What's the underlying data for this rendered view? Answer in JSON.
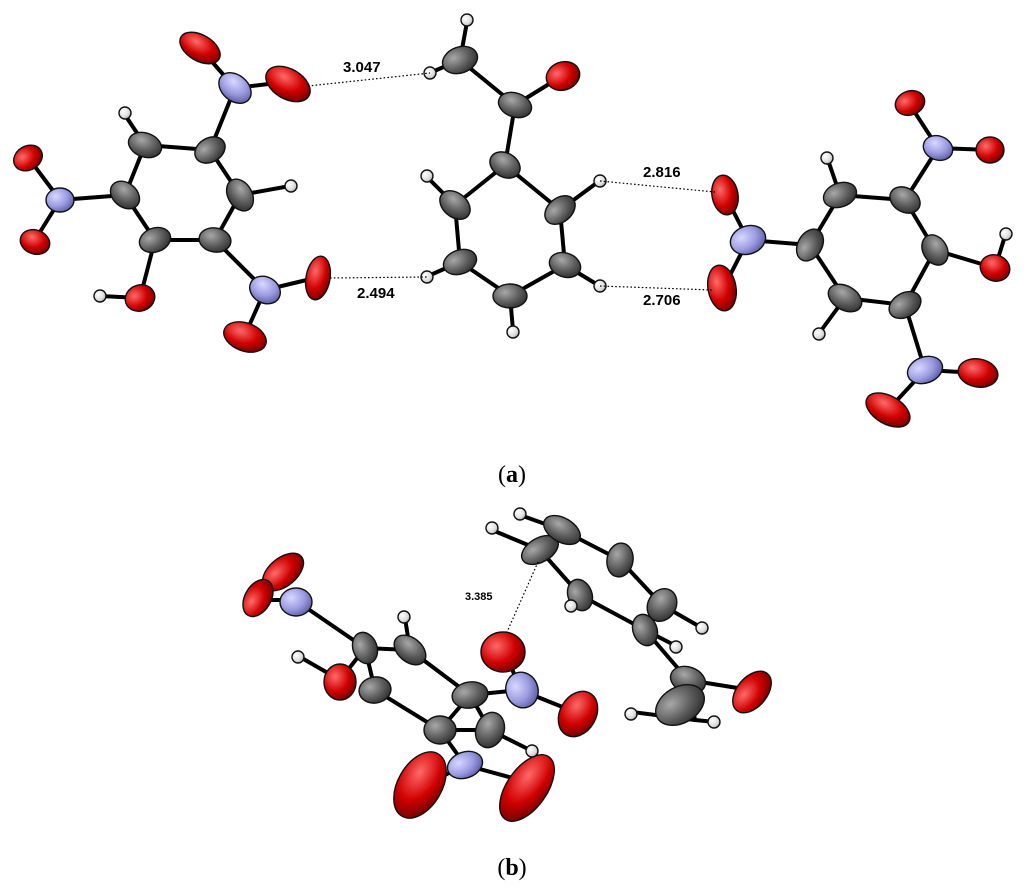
{
  "figure": {
    "panels": [
      {
        "label": "a",
        "distances": [
          "3.047",
          "2.816",
          "2.494",
          "2.706"
        ]
      },
      {
        "label": "b",
        "distances": [
          "3.385"
        ]
      }
    ],
    "colors": {
      "carbon": "#6b6b6b",
      "oxygen": "#d40000",
      "nitrogen": "#9f9fe0",
      "hydrogen": "#e6e6e6",
      "bond": "#000000",
      "background": "#ffffff"
    }
  }
}
